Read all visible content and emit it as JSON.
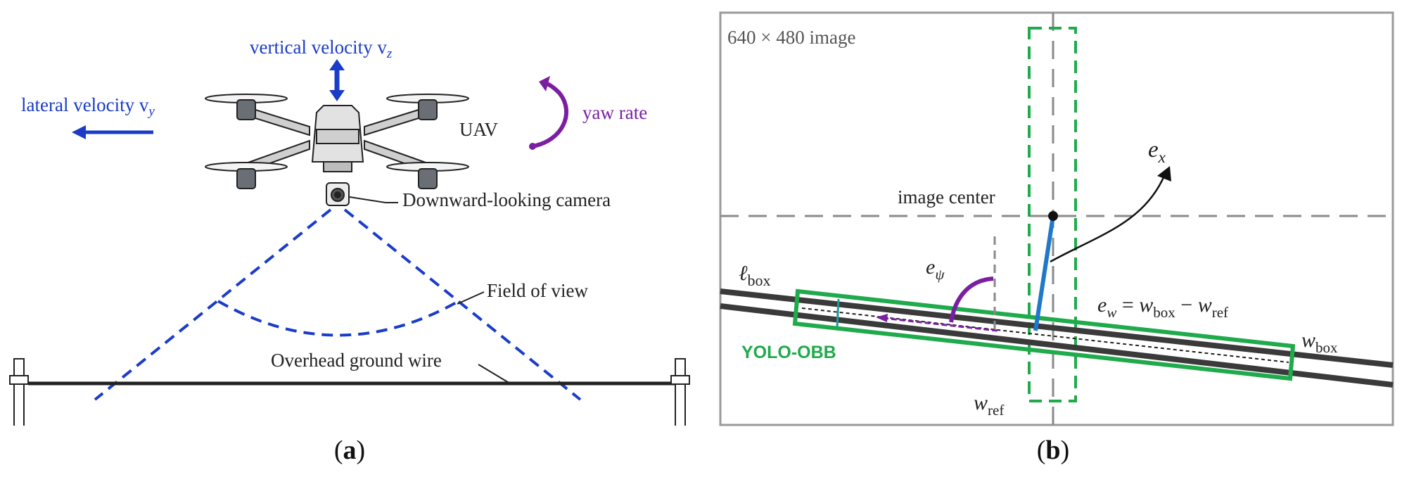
{
  "panel_a": {
    "caption": "(a)",
    "vertical_velocity": "vertical velocity v",
    "vertical_velocity_sub": "z",
    "lateral_velocity": "lateral velocity v",
    "lateral_velocity_sub": "y",
    "yaw_rate": "yaw rate",
    "uav": "UAV",
    "camera": "Downward-looking camera",
    "field_of_view": "Field of view",
    "ground_wire": "Overhead ground wire"
  },
  "panel_b": {
    "caption": "(b)",
    "image_size": "640 × 480 image",
    "image_center": "image center",
    "e_x": "e",
    "e_x_sub": "x",
    "e_psi": "e",
    "e_psi_sub": "ψ",
    "l_box": "ℓ",
    "l_box_sub": "box",
    "yolo": "YOLO-OBB",
    "e_w_lhs": "e",
    "e_w_lhs_sub": "w",
    "e_w_eq": " = ",
    "e_w_a": "w",
    "e_w_a_sub": "box",
    "e_w_minus": " − ",
    "e_w_b": "w",
    "e_w_b_sub": "ref",
    "w_box": "w",
    "w_box_sub": "box",
    "w_ref": "w",
    "w_ref_sub": "ref"
  },
  "colors": {
    "blue_label": "#1a3cc8",
    "purple": "#7a1fa2",
    "green": "#1faa4b",
    "line_blue": "#1f78c8",
    "dark": "#222222",
    "gray": "#7a7a7a"
  }
}
